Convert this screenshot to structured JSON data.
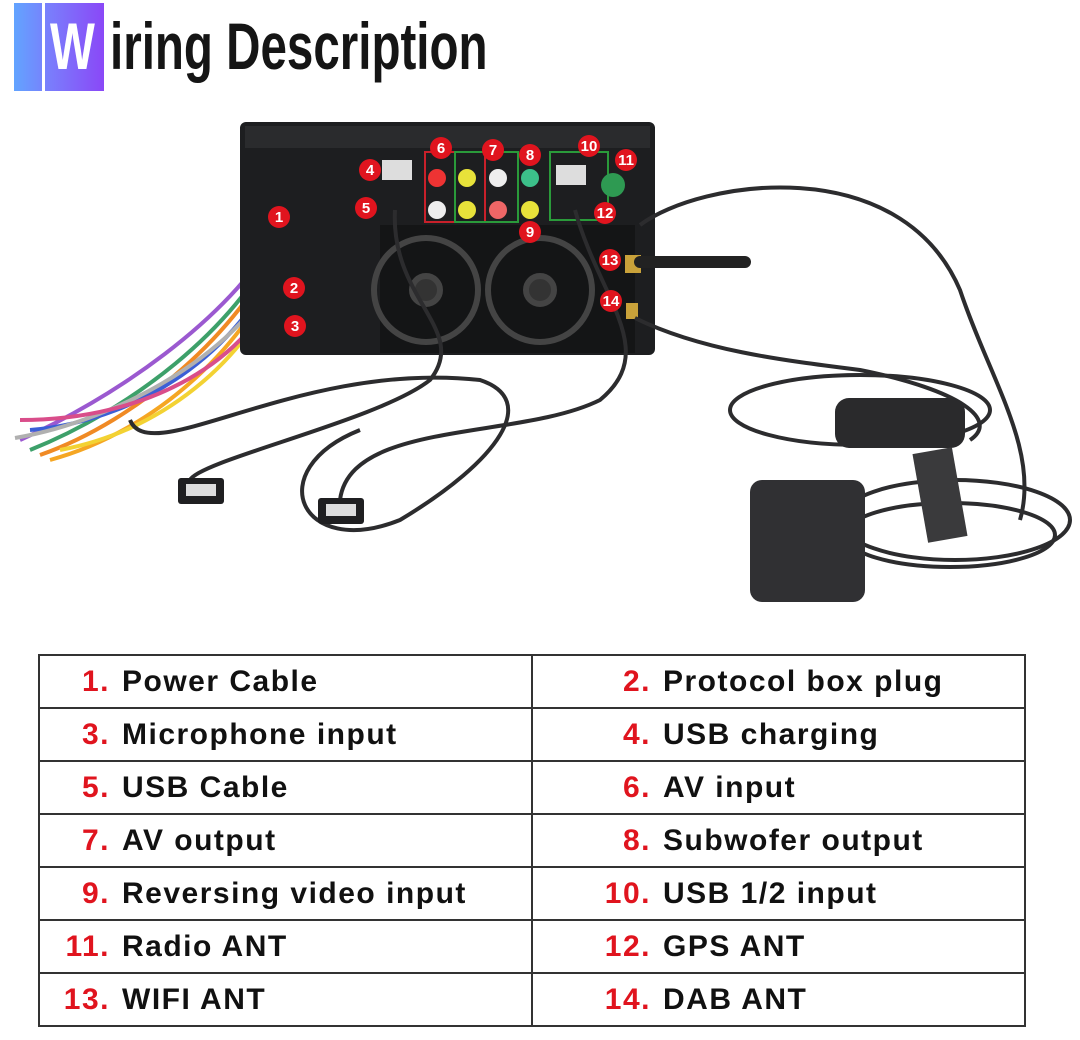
{
  "header": {
    "initial": "W",
    "rest": "iring Description"
  },
  "markers": [
    "1",
    "2",
    "3",
    "4",
    "5",
    "6",
    "7",
    "8",
    "9",
    "10",
    "11",
    "12",
    "13",
    "14"
  ],
  "legend": [
    {
      "num": "1.",
      "label": "Power Cable"
    },
    {
      "num": "2.",
      "label": "Protocol box plug"
    },
    {
      "num": "3.",
      "label": "Microphone input"
    },
    {
      "num": "4.",
      "label": "USB charging"
    },
    {
      "num": "5.",
      "label": "USB Cable"
    },
    {
      "num": "6.",
      "label": "AV input"
    },
    {
      "num": "7.",
      "label": "AV output"
    },
    {
      "num": "8.",
      "label": "Subwofer output"
    },
    {
      "num": "9.",
      "label": "Reversing video input"
    },
    {
      "num": "10.",
      "label": "USB 1/2 input"
    },
    {
      "num": "11.",
      "label": "Radio ANT"
    },
    {
      "num": "12.",
      "label": "GPS ANT"
    },
    {
      "num": "13.",
      "label": "WIFI ANT"
    },
    {
      "num": "14.",
      "label": "DAB ANT"
    }
  ],
  "colors": {
    "marker": "#e0141e",
    "accent_from": "#62a4ff",
    "accent_to": "#8a48f7"
  }
}
